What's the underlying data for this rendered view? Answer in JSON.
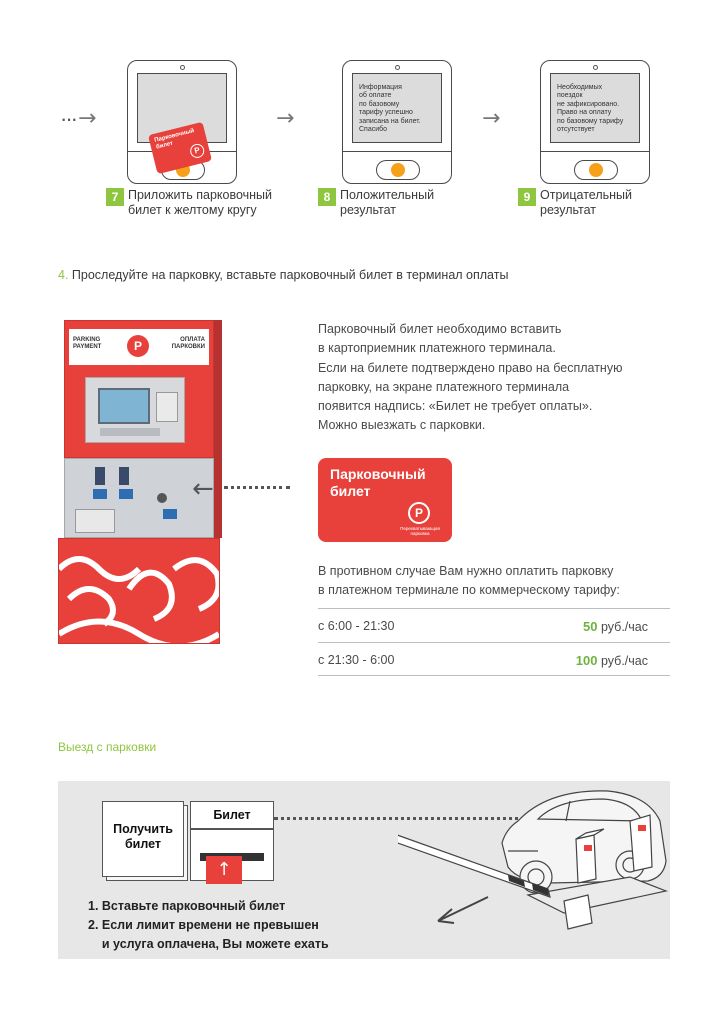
{
  "steps": [
    {
      "num": "7",
      "text": "Приложить парковочный\nбилет к желтому кругу",
      "screen_text": ""
    },
    {
      "num": "8",
      "text": "Положительный\nрезультат",
      "screen_text": "Информация\nоб оплате\nпо базовому\nтарифу успешно\nзаписана на билет.\nСпасибо"
    },
    {
      "num": "9",
      "text": "Отрицательный\nрезультат",
      "screen_text": "Необходимых\nпоездок\nне зафиксировано.\nПраво на оплату\nпо базовому тарифу\nотсутствует"
    }
  ],
  "section": {
    "num": "4.",
    "text": "Проследуйте на парковку, вставьте парковочный билет в терминал оплаты"
  },
  "terminal": {
    "header_left": "PARKING\nPAYMENT",
    "header_right": "ОПЛАТА\nПАРКОВКИ",
    "logo": "P"
  },
  "info_text": "Парковочный билет необходимо вставить\nв картоприемник платежного терминала.\nЕсли на билете подтверждено право на бесплатную\nпарковку, на экране платежного терминала\nпоявится надпись: «Билет не требует оплаты».\nМожно выезжать с парковки.",
  "ticket_card": {
    "title": "Парковочный\nбилет",
    "logo": "P",
    "subtitle": "Перехватывающая\nпарковка"
  },
  "commercial_text": "В противном случае Вам нужно оплатить парковку\nв платежном терминале по коммерческому тарифу:",
  "rates": [
    {
      "time": "с 6:00 - 21:30",
      "price": "50",
      "unit": " руб./час"
    },
    {
      "time": "с 21:30 - 6:00",
      "price": "100",
      "unit": " руб./час"
    }
  ],
  "exit": {
    "title": "Выезд с парковки",
    "get_ticket": "Получить\nбилет",
    "ticket": "Билет",
    "arrow": "↑",
    "instructions": "1. Вставьте парковочный билет\n2. Если лимит времени не превышен\n    и услуга оплачена, Вы можете ехать"
  },
  "colors": {
    "accent_green": "#8ec63f",
    "brand_red": "#e8413c",
    "button_orange": "#f6a11a"
  }
}
